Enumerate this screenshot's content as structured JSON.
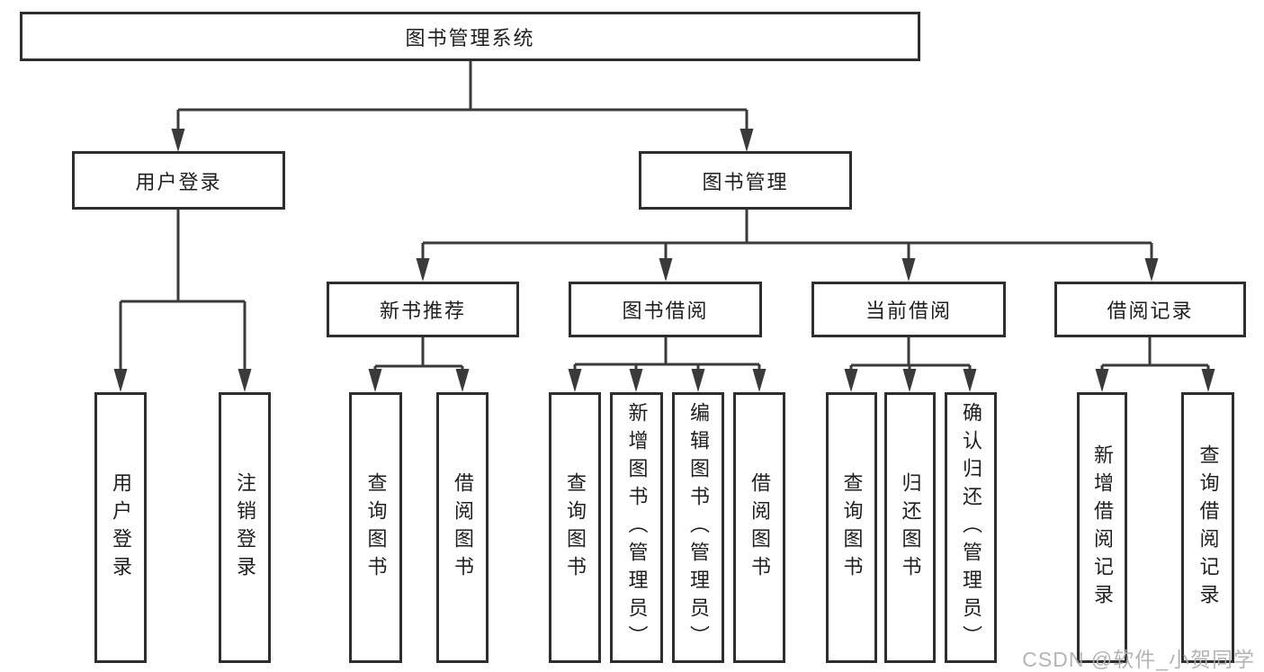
{
  "tree": {
    "root": "图书管理系统",
    "user_login": {
      "label": "用户登录",
      "leaves": [
        "用户登录",
        "注销登录"
      ]
    },
    "book_mgmt": {
      "label": "图书管理",
      "groups": [
        {
          "label": "新书推荐",
          "leaves": [
            "查询图书",
            "借阅图书"
          ]
        },
        {
          "label": "图书借阅",
          "leaves": [
            "查询图书",
            "新增图书（管理员）",
            "编辑图书（管理员）",
            "借阅图书"
          ]
        },
        {
          "label": "当前借阅",
          "leaves": [
            "查询图书",
            "归还图书",
            "确认归还（管理员）"
          ]
        },
        {
          "label": "借阅记录",
          "leaves": [
            "新增借阅记录",
            "查询借阅记录"
          ]
        }
      ]
    }
  },
  "watermark": "CSDN @软件_小贺同学",
  "colors": {
    "line": "#3a3a3a",
    "box_border": "#2e2e2e",
    "text": "#1f1f1f",
    "watermark": "#aeaeae",
    "background": "#ffffff"
  }
}
